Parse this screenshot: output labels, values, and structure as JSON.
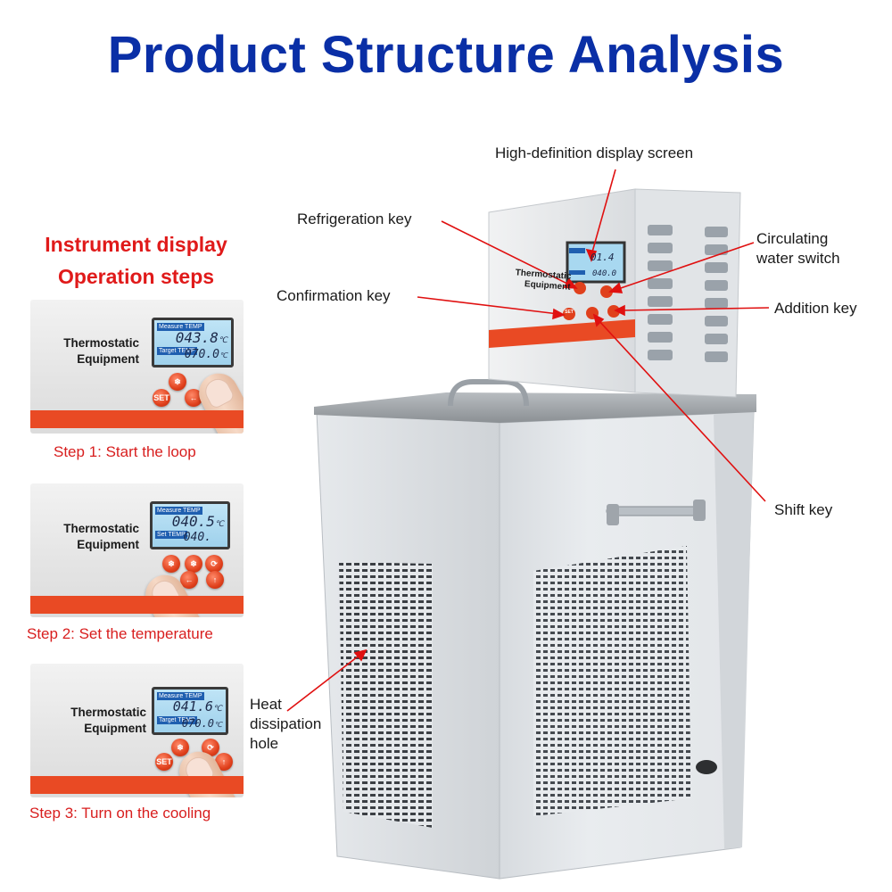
{
  "title": "Product Structure Analysis",
  "steps_heading": {
    "line1": "Instrument display",
    "line2": "Operation steps"
  },
  "steps": [
    {
      "brand_line1": "Thermostatic",
      "brand_line2": "Equipment",
      "measure_label": "Measure TEMP",
      "measure_value": "043.8",
      "target_label": "Target TEMP",
      "target_value": "070.0",
      "unit": "℃",
      "set_label": "SET",
      "caption": "Step 1: Start the loop"
    },
    {
      "brand_line1": "Thermostatic",
      "brand_line2": "Equipment",
      "measure_label": "Measure TEMP",
      "measure_value": "040.5",
      "target_label": "Set TEMP",
      "target_value": "040.",
      "unit": "℃",
      "set_label": "",
      "caption": "Step 2: Set the temperature"
    },
    {
      "brand_line1": "Thermostatic",
      "brand_line2": "Equipment",
      "measure_label": "Measure TEMP",
      "measure_value": "041.6",
      "target_label": "Target TEMP",
      "target_value": "070.0",
      "unit": "℃",
      "set_label": "SET",
      "caption": "Step 3: Turn on the cooling"
    }
  ],
  "machine": {
    "brand_line1": "Thermostatic",
    "brand_line2": "Equipment",
    "lcd_top": "01.4",
    "lcd_bottom": "040.0",
    "set_label": "SET"
  },
  "callouts": {
    "display_screen": "High-definition display screen",
    "refrigeration_key": "Refrigeration key",
    "confirmation_key": "Confirmation key",
    "circulating_line1": "Circulating",
    "circulating_line2": "water switch",
    "addition_key": "Addition key",
    "shift_key": "Shift key",
    "heat_line1": "Heat",
    "heat_line2": "dissipation",
    "heat_line3": "hole"
  },
  "colors": {
    "title": "#0a2fa6",
    "red_text": "#e01a1a",
    "accent_stripe": "#e94a24",
    "callout_line": "#e01010"
  }
}
